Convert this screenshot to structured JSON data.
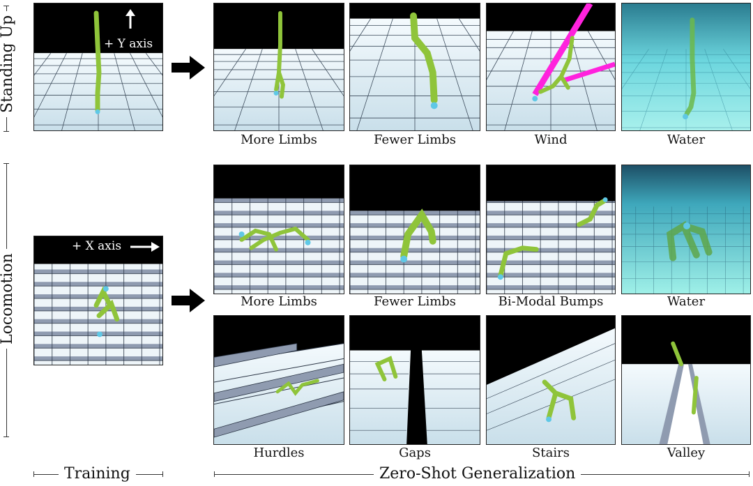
{
  "rows": {
    "standing_up": "Standing Up",
    "locomotion": "Locomotion"
  },
  "training_panels": {
    "standing_axis": "+ Y axis",
    "locomotion_axis": "+ X axis"
  },
  "standing_captions": [
    "More Limbs",
    "Fewer Limbs",
    "Wind",
    "Water"
  ],
  "locomotion_captions_row1": [
    "More Limbs",
    "Fewer Limbs",
    "Bi-Modal Bumps",
    "Water"
  ],
  "locomotion_captions_row2": [
    "Hurdles",
    "Gaps",
    "Stairs",
    "Valley"
  ],
  "footer": {
    "training": "Training",
    "zero_shot": "Zero-Shot Generalization"
  },
  "colors": {
    "limb": "#8fc43a",
    "joint": "#5fc8e6",
    "floor": "#e6f2f8",
    "grid": "#3b4a5a",
    "sky": "#000000",
    "water": "#5fd0d8",
    "wind": "#ff22dd"
  },
  "icons": [
    "arrow-right-icon",
    "arrow-up-icon"
  ]
}
